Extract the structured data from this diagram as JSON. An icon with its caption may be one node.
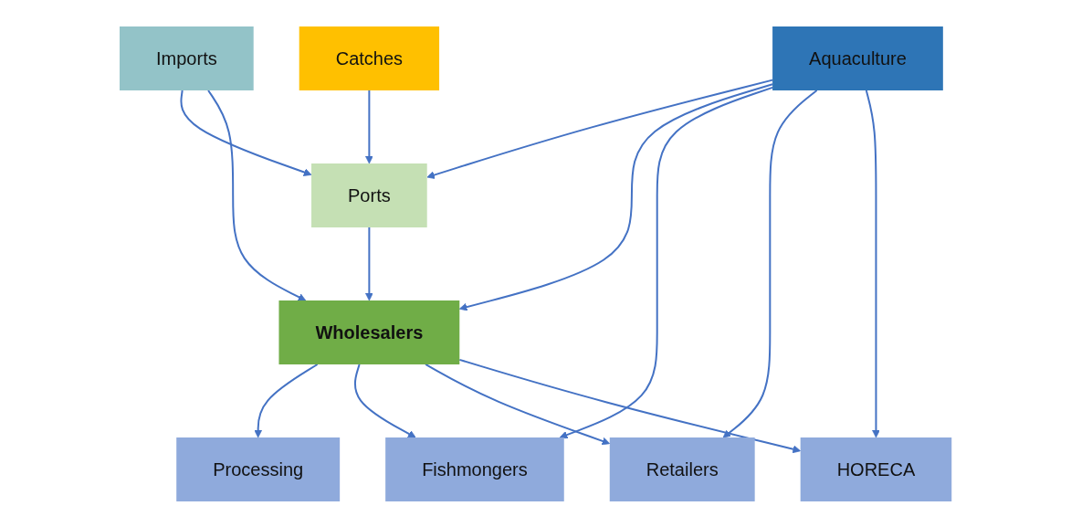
{
  "diagram": {
    "nodes": [
      {
        "text": [
          "Imports"
        ]
      },
      {
        "text": [
          "Catches"
        ]
      },
      {
        "text": [
          "Aquaculture"
        ]
      },
      {
        "text": [
          "Ports"
        ]
      },
      {
        "text": [
          "Wholesalers"
        ]
      },
      {
        "text": [
          "Processing"
        ]
      },
      {
        "text": [
          "Fishmongers"
        ]
      },
      {
        "text": [
          "Retailers"
        ]
      },
      {
        "text": [
          "HORECA"
        ]
      }
    ],
    "edges": [
      {
        "from": 0,
        "to": 3,
        "arrow": "to"
      },
      {
        "from": 0,
        "to": 4,
        "arrow": "to"
      },
      {
        "from": 1,
        "to": 3,
        "arrow": "to"
      },
      {
        "from": 2,
        "to": 3,
        "arrow": "to"
      },
      {
        "from": 2,
        "to": 4,
        "arrow": "to"
      },
      {
        "from": 3,
        "to": 4,
        "arrow": "to"
      },
      {
        "from": 4,
        "to": 5,
        "arrow": "to"
      },
      {
        "from": 4,
        "to": 6,
        "arrow": "to"
      },
      {
        "from": 4,
        "to": 7,
        "arrow": "to"
      },
      {
        "from": 4,
        "to": 8,
        "arrow": "to"
      },
      {
        "from": 2,
        "to": 6,
        "arrow": "to"
      },
      {
        "from": 2,
        "to": 7,
        "arrow": "to"
      },
      {
        "from": 2,
        "to": 8,
        "arrow": "to"
      }
    ]
  }
}
